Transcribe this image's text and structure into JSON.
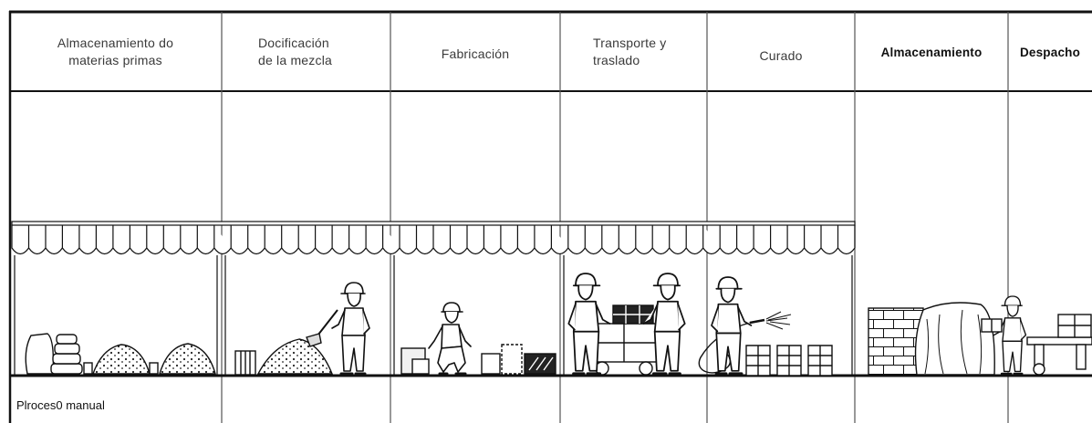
{
  "columns": [
    {
      "line1": "Almacenamiento do",
      "line2": "materias primas"
    },
    {
      "line1": "Docificación",
      "line2": "de la mezcla"
    },
    {
      "line1": "Fabricación"
    },
    {
      "line1": "Transporte y",
      "line2": "traslado"
    },
    {
      "line1": "Curado"
    },
    {
      "line1": "Almacenamiento"
    },
    {
      "line1": "Despacho"
    }
  ],
  "footer": {
    "label": "Plroces0 manual"
  },
  "colors": {
    "ink": "#111111",
    "paper": "#ffffff"
  }
}
